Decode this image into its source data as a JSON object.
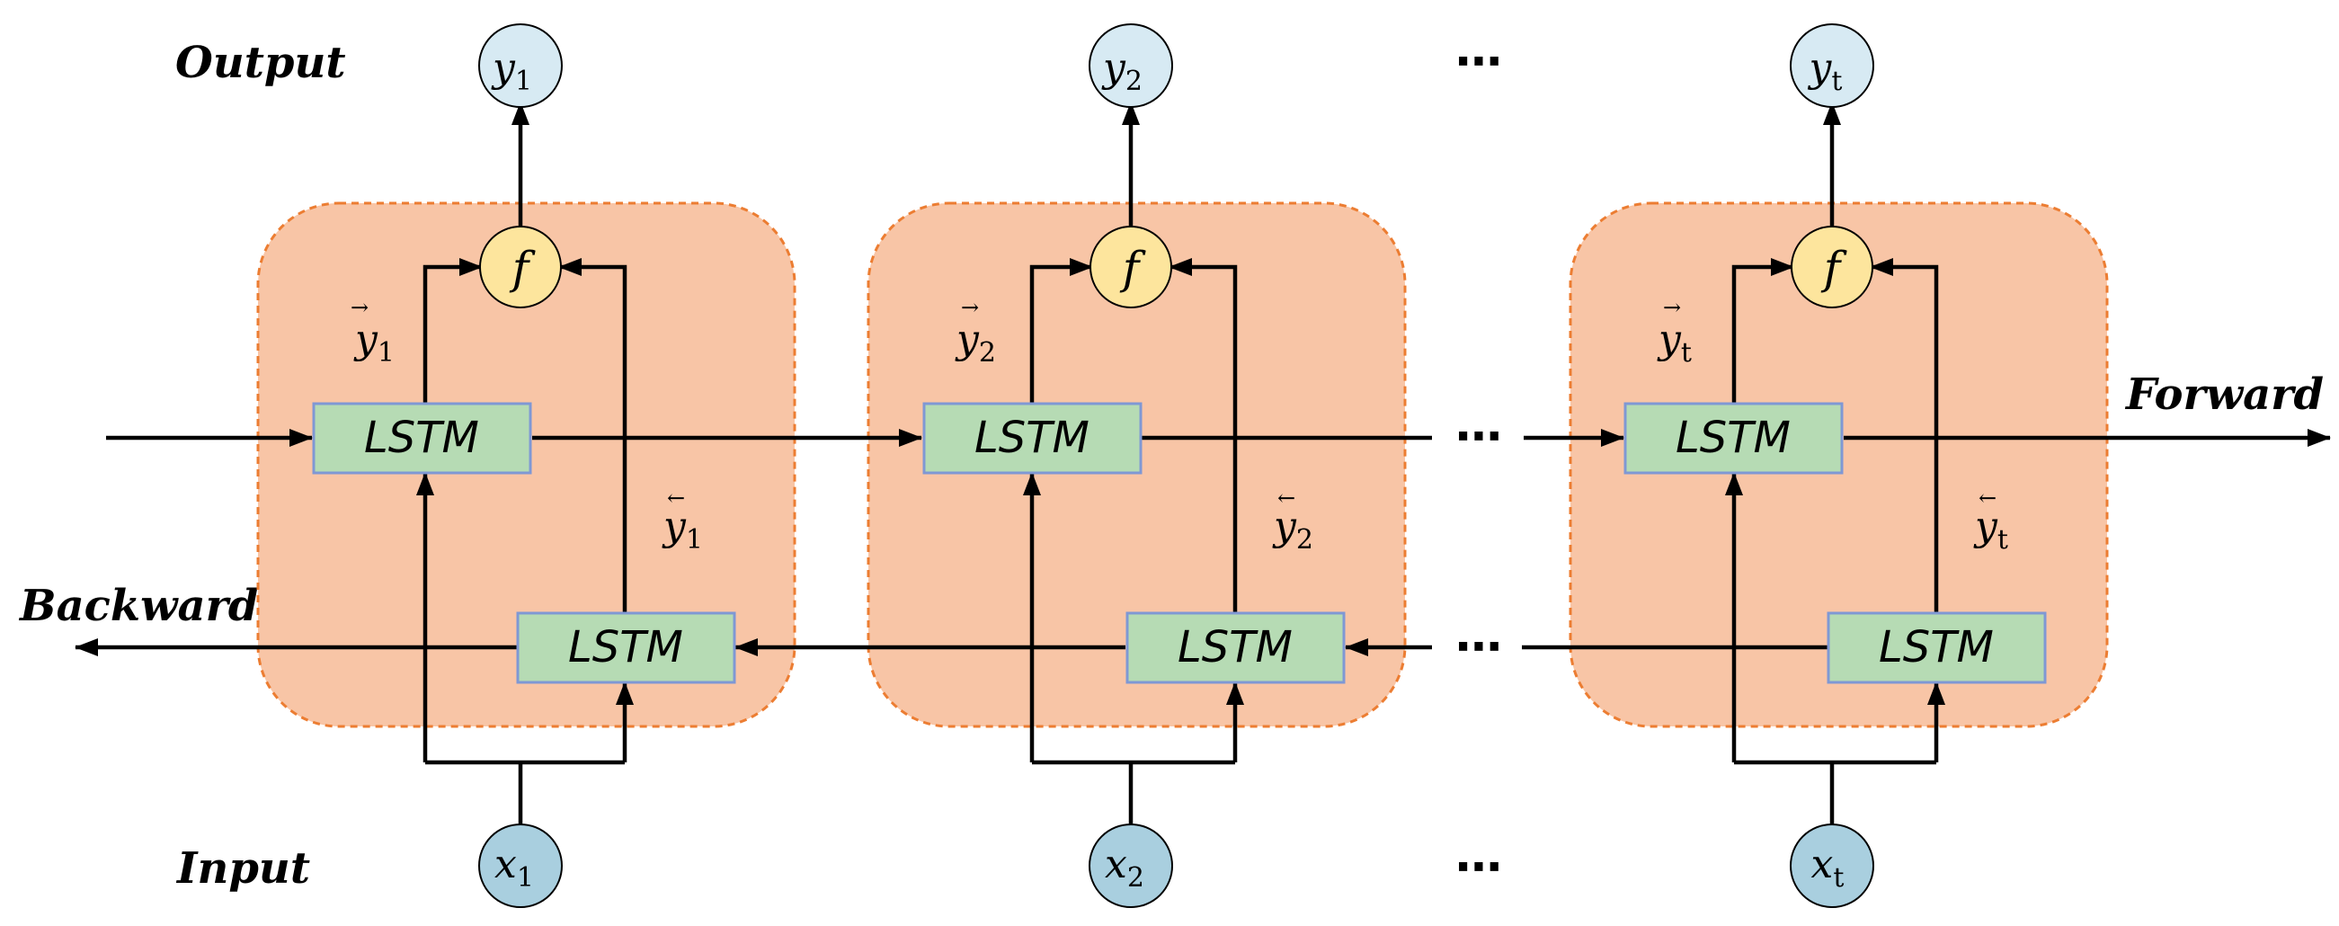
{
  "labels": {
    "output": "Output",
    "input": "Input",
    "forward": "Forward",
    "backward": "Backward",
    "ellipsis": "⋯"
  },
  "lstm_label": "LSTM",
  "f_label": "f",
  "blocks": [
    {
      "y": "y",
      "y_sub": "1",
      "x": "x",
      "x_sub": "1",
      "fwd": "y",
      "fwd_sub": "1",
      "fwd_arrow": "→",
      "bwd": "y",
      "bwd_sub": "1",
      "bwd_arrow": "←"
    },
    {
      "y": "y",
      "y_sub": "2",
      "x": "x",
      "x_sub": "2",
      "fwd": "y",
      "fwd_sub": "2",
      "fwd_arrow": "→",
      "bwd": "y",
      "bwd_sub": "2",
      "bwd_arrow": "←"
    },
    {
      "y": "y",
      "y_sub": "t",
      "x": "x",
      "x_sub": "t",
      "fwd": "y",
      "fwd_sub": "t",
      "fwd_arrow": "→",
      "bwd": "y",
      "bwd_sub": "t",
      "bwd_arrow": "←"
    }
  ],
  "colors": {
    "block_fill": "#f8c5a6",
    "block_border": "#ec7d32",
    "lstm_fill": "#b6dbb4",
    "lstm_border": "#7f98d4",
    "f_fill": "#fde59d",
    "output_fill": "#d7eaf3",
    "input_fill": "#a9cfdf"
  }
}
